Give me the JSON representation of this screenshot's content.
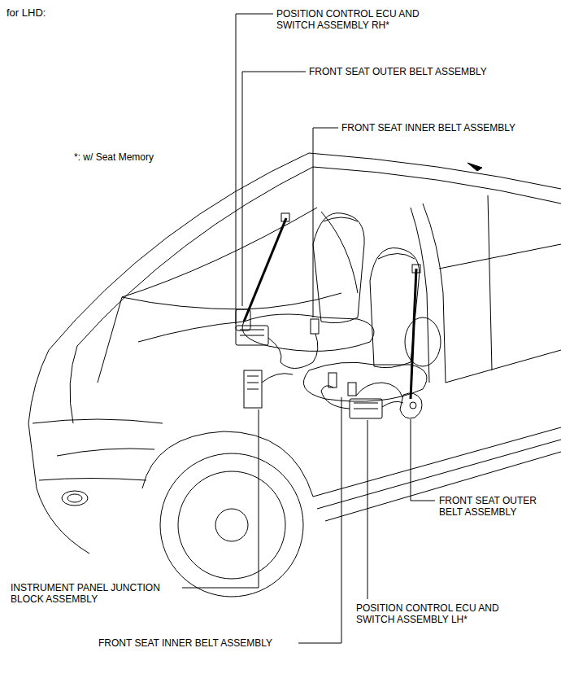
{
  "diagram": {
    "title": "for LHD:",
    "labels": [
      "POSITION CONTROL ECU AND SWITCH ASSEMBLY RH*",
      "FRONT SEAT OUTER BELT ASSEMBLY",
      "FRONT SEAT INNER BELT ASSEMBLY",
      "*: w/ Seat Memory",
      "FRONT SEAT OUTER BELT ASSEMBLY",
      "INSTRUMENT PANEL JUNCTION BLOCK ASSEMBLY",
      "POSITION CONTROL ECU AND SWITCH ASSEMBLY LH*",
      "FRONT SEAT INNER BELT ASSEMBLY"
    ]
  }
}
